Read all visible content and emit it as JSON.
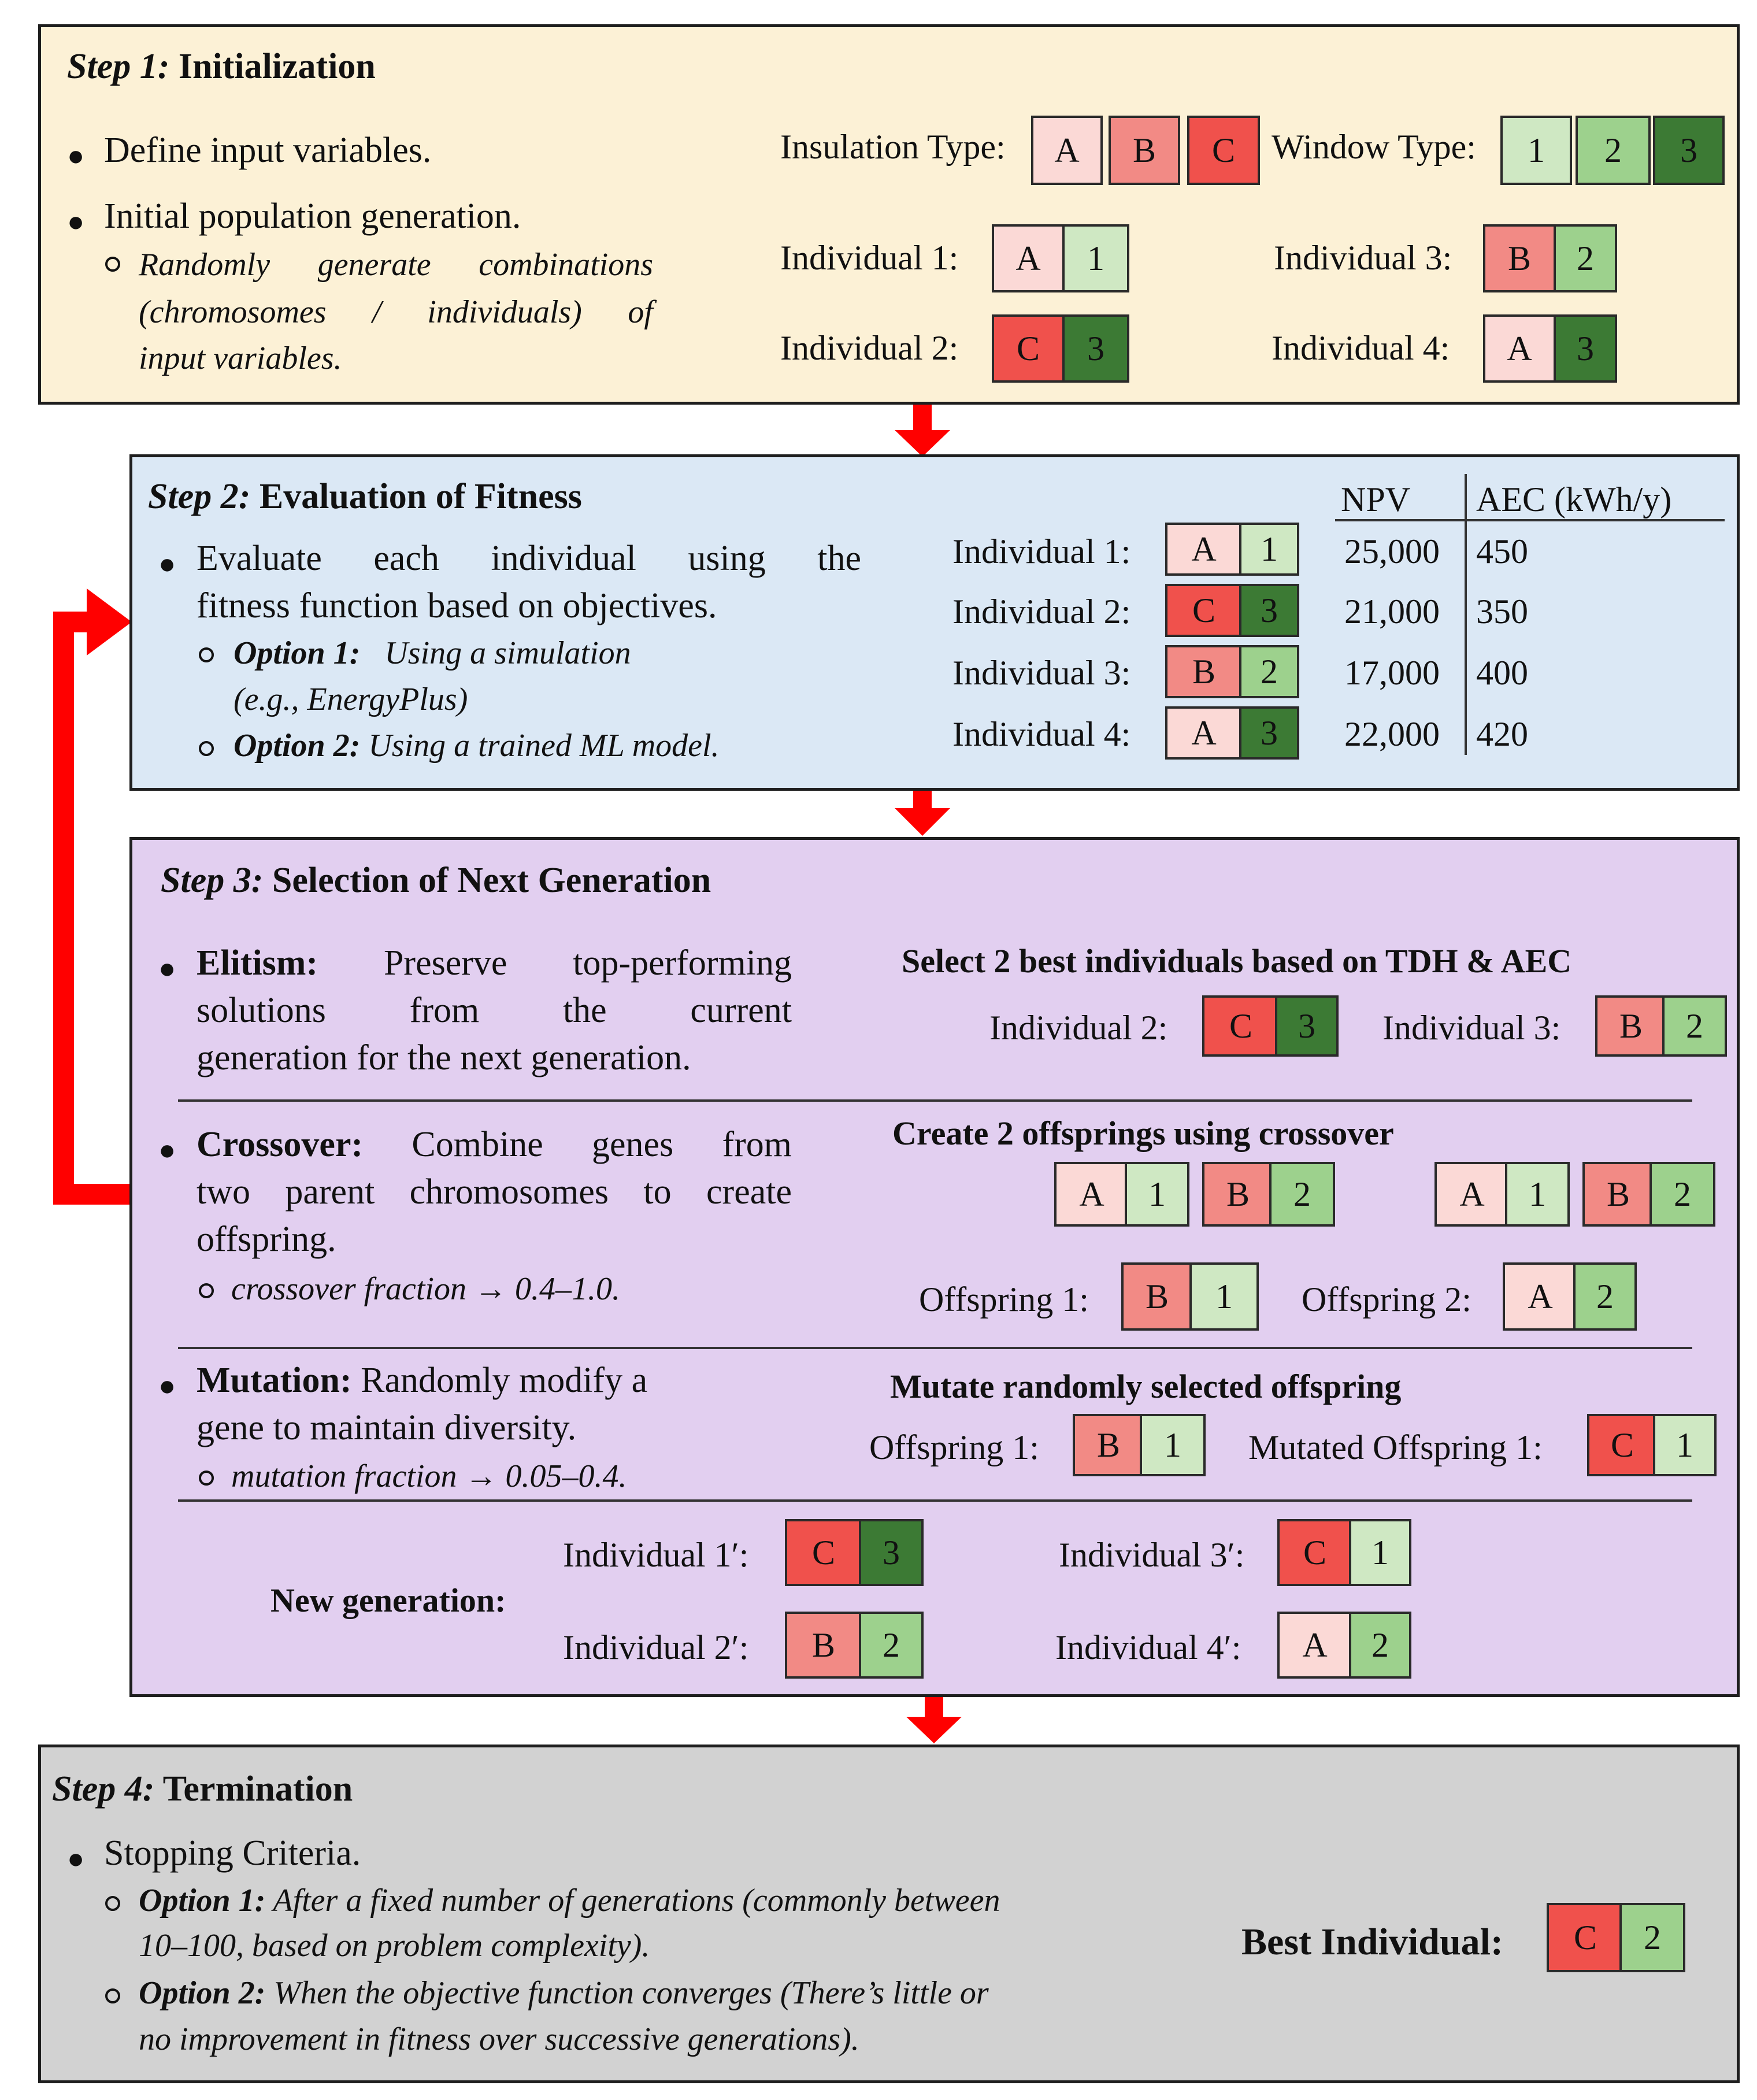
{
  "colors": {
    "A": "#fbd9d6",
    "B": "#f28a85",
    "C": "#f0514c",
    "1": "#cfe8c3",
    "2": "#9dd18d",
    "3": "#3c7a34",
    "step1_bg": "#fcf1d6",
    "step2_bg": "#dbe8f5",
    "step3_bg": "#e2cff0",
    "step4_bg": "#d2d2d2",
    "arrow_blue": "#4675d0",
    "arrow_red": "#ff0000"
  },
  "step1": {
    "title_italic": "Step 1:",
    "title": "Initialization",
    "bullet1": "Define input variables.",
    "bullet2": "Initial population generation.",
    "sub_line1": "Randomly generate combinations",
    "sub_line2": "(chromosomes / individuals) of",
    "sub_line3": "input variables.",
    "insulation_label": "Insulation Type:",
    "insulation_options": [
      "A",
      "B",
      "C"
    ],
    "window_label": "Window Type:",
    "window_options": [
      "1",
      "2",
      "3"
    ],
    "individuals": [
      {
        "label": "Individual 1:",
        "genes": [
          "A",
          "1"
        ]
      },
      {
        "label": "Individual 2:",
        "genes": [
          "C",
          "3"
        ]
      },
      {
        "label": "Individual 3:",
        "genes": [
          "B",
          "2"
        ]
      },
      {
        "label": "Individual 4:",
        "genes": [
          "A",
          "3"
        ]
      }
    ]
  },
  "step2": {
    "title_italic": "Step 2:",
    "title": "Evaluation of Fitness",
    "bullet_line1": "Evaluate each individual using the",
    "bullet_line2": "fitness function based on objectives.",
    "opt1_label": "Option 1:",
    "opt1_text": "Using a simulation",
    "opt1_text2": "(e.g., EnergyPlus)",
    "opt2_label": "Option 2:",
    "opt2_text": "Using a trained ML model.",
    "col_npv": "NPV",
    "col_aec": "AEC (kWh/y)",
    "rows": [
      {
        "label": "Individual 1:",
        "genes": [
          "A",
          "1"
        ],
        "npv": "25,000",
        "aec": "450"
      },
      {
        "label": "Individual 2:",
        "genes": [
          "C",
          "3"
        ],
        "npv": "21,000",
        "aec": "350"
      },
      {
        "label": "Individual 3:",
        "genes": [
          "B",
          "2"
        ],
        "npv": "17,000",
        "aec": "400"
      },
      {
        "label": "Individual 4:",
        "genes": [
          "A",
          "3"
        ],
        "npv": "22,000",
        "aec": "420"
      }
    ]
  },
  "step3": {
    "title_italic": "Step 3:",
    "title": "Selection of Next Generation",
    "elitism_bold": "Elitism:",
    "elitism_line1": "Preserve top-performing",
    "elitism_line2": "solutions from the current",
    "elitism_line3": "generation for the next generation.",
    "elitism_heading": "Select 2 best individuals based on TDH & AEC",
    "elite": [
      {
        "label": "Individual 2:",
        "genes": [
          "C",
          "3"
        ]
      },
      {
        "label": "Individual 3:",
        "genes": [
          "B",
          "2"
        ]
      }
    ],
    "crossover_bold": "Crossover:",
    "crossover_line1": "Combine genes from",
    "crossover_line2": "two parent chromosomes to create",
    "crossover_line3": "offspring.",
    "crossover_sub": "crossover fraction → 0.4–1.0.",
    "crossover_heading": "Create 2 offsprings using crossover",
    "parents_left": [
      [
        "A",
        "1"
      ],
      [
        "B",
        "2"
      ]
    ],
    "parents_right": [
      [
        "A",
        "1"
      ],
      [
        "B",
        "2"
      ]
    ],
    "offspring": [
      {
        "label": "Offspring 1:",
        "genes": [
          "B",
          "1"
        ]
      },
      {
        "label": "Offspring 2:",
        "genes": [
          "A",
          "2"
        ]
      }
    ],
    "mutation_bold": "Mutation:",
    "mutation_line1": "Randomly modify a",
    "mutation_line2": "gene to maintain diversity.",
    "mutation_sub": "mutation fraction → 0.05–0.4.",
    "mutation_heading": "Mutate randomly selected offspring",
    "mutation_before": {
      "label": "Offspring 1:",
      "genes": [
        "B",
        "1"
      ]
    },
    "mutation_after": {
      "label": "Mutated Offspring 1:",
      "genes": [
        "C",
        "1"
      ]
    },
    "newgen_label": "New generation:",
    "newgen": [
      {
        "label": "Individual 1′:",
        "genes": [
          "C",
          "3"
        ]
      },
      {
        "label": "Individual 2′:",
        "genes": [
          "B",
          "2"
        ]
      },
      {
        "label": "Individual 3′:",
        "genes": [
          "C",
          "1"
        ]
      },
      {
        "label": "Individual 4′:",
        "genes": [
          "A",
          "2"
        ]
      }
    ]
  },
  "step4": {
    "title_italic": "Step 4:",
    "title": "Termination",
    "bullet": "Stopping Criteria.",
    "opt1_label": "Option 1:",
    "opt1_line1": "After a fixed number of generations (commonly between",
    "opt1_line2": "10–100, based on problem complexity).",
    "opt2_label": "Option 2:",
    "opt2_line1": "When the objective function converges (There’s little or",
    "opt2_line2": "no improvement in fitness over successive generations).",
    "best_label": "Best Individual:",
    "best_genes": [
      "C",
      "2"
    ]
  }
}
